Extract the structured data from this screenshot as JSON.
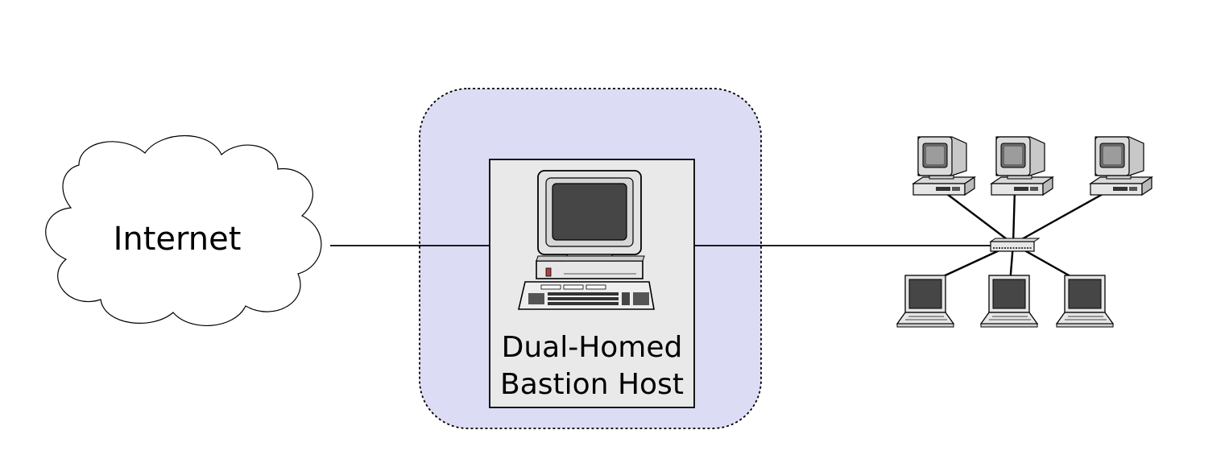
{
  "internet": {
    "label": "Internet"
  },
  "bastion": {
    "label_line1": "Dual-Homed",
    "label_line2": "Bastion Host"
  },
  "colors": {
    "zone_fill": "#dcdcf5",
    "host_box_fill": "#e9e9e9",
    "monitor_screen": "#464646",
    "device_body": "#e6e6e6"
  },
  "internal_network": {
    "workstations": [
      "desktop",
      "desktop",
      "desktop"
    ],
    "laptops": [
      "laptop",
      "laptop",
      "laptop"
    ],
    "hub": "network-switch"
  }
}
